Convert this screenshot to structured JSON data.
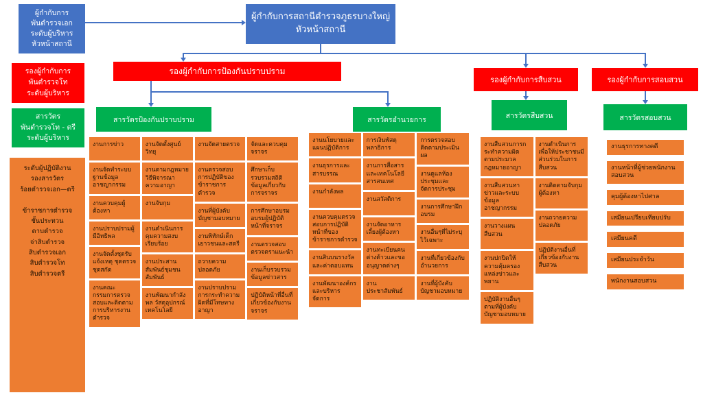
{
  "root": {
    "label_lines": [
      "ผู้กำกับการสถานีตำรวจภูธรบางใหญ่",
      "หัวหน้าสถานี"
    ]
  },
  "legend": {
    "level1_lines": [
      "ผู้กำกับการ",
      "พันตำรวจเอก",
      "ระดับผู้บริหาร",
      "หัวหน้าสถานี"
    ],
    "level2_lines": [
      "รองผู้กำกับการ",
      "พันตำรวจโท",
      "ระดับผู้บริหาร"
    ],
    "level3_lines": [
      "สารวัตร",
      "พันตำรวจโท - ตรี",
      "ระดับผู้บริหาร"
    ],
    "level4_lines": [
      "ระดับผู้ปฏิบัติงาน",
      "รองสารวัตร",
      "ร้อยตำรวจเอก—ตรี",
      "",
      "ข้าราชการตำรวจ",
      "ชั้นประทวน",
      "ดาบตำรวจ",
      "จ่าสิบตำรวจ",
      "สิบตำรวจเอก",
      "สิบตำรวจโท",
      "สิบตำรวจตรี"
    ]
  },
  "deputies": {
    "prevention": "รองผู้กำกับการป้องกันปราบปราม",
    "investigation": "รองผู้กำกับการสืบสวน",
    "interrogation": "รองผู้กำกับการสอบสวน"
  },
  "inspectors": {
    "prevention": "สารวัตรป้องกันปราบปราม",
    "administration": "สารวัตรอำนวยการ",
    "investigation": "สารวัตรสืบสวน",
    "interrogation": "สารวัตรสอบสวน"
  },
  "duties": {
    "prevention": [
      [
        "งานการข่าว",
        "งานจัดทำระบบฐานข้อมูลอาชญากรรม",
        "งานควบคุมผู้ต้องหา",
        "งานปราบปรามผู้มีอิทธิพล",
        "งานจัดตั้งชุดรับแจ้งเหตุ ชุดตรวจ ชุดสกัด",
        "งานคณะกรรมการตรวจสอบและติดตามการบริหารงานตำรวจ"
      ],
      [
        "งานจัดตั้งศูนย์วิทยุ",
        "งานตามกฎหมายวิธีพิจารณาความอาญา",
        "งานจับกุม",
        "งานดำเนินการคุมความสงบเรียบร้อย",
        "งานประสานสัมพันธ์ชุมชนสัมพันธ์",
        "งานพัฒนากำลังพล วัสดุอุปกรณ์เทคโนโลยี"
      ],
      [
        "งานจัดสายตรวจ",
        "งานตรวจสอบการปฏิบัติของข้าราชการตำรวจ",
        "งานที่ผู้บังคับบัญชามอบหมาย",
        "งานพิทักษ์เด็กเยาวชนและสตรี",
        "ถวายความปลอดภัย",
        "งานปราบปรามการกระทำความผิดที่มีโทษทางอาญา"
      ],
      [
        "จัดและควบคุมจราจร",
        "ศึกษาเก็บรวบรวมสถิติข้อมูลเกี่ยวกับการจราจร",
        "การศึกษาอบรมอบรมผู้ปฏิบัติหน้าที่จราจร",
        "งานตรวจสอบตรวจตราแนะนำ",
        "งานเก็บรวบรวมข้อมูลข่าวสาร",
        "ปฏิบัติหน้าที่อื่นที่เกี่ยวข้องกับงานจราจร"
      ]
    ],
    "administration": [
      [
        "งานนโยบายและแผนปฏิบัติการ",
        "งานธุรการและสารบรรณ",
        "งานกำลังพล",
        "งานควบคุมตรวจสอบการปฏิบัติหน้าที่ของข้าราชการตำรวจ",
        "งานสินบนรางวัลและค่าตอบแทน",
        "งานพัฒนาองค์กรและบริหารจัดการ"
      ],
      [
        "การเงินพัสดุพลาธิการ",
        "งานการสื่อสารและเทคโนโลยีสารสนเทศ",
        "งานสวัสดิการ",
        "งานจัดอาหารเลี้ยงผู้ต้องหา",
        "งานทะเบียนคนต่างด้าวและขออนุญาตต่างๆ",
        "งานประชาสัมพันธ์"
      ],
      [
        "การตรวจสอบติดตามประเมินผล",
        "งานดูแลห้องประชุมและจัดการประชุม",
        "งานการศึกษาฝึกอบรม",
        "งานอื่นๆที่ไม่ระบุไว้เฉพาะ",
        "งานที่เกี่ยวข้องกับอำนวยการ",
        "งานที่ผู้บังคับบัญชามอบหมาย"
      ]
    ],
    "investigation": [
      [
        "งานสืบสวนการกระทำความผิดตามประมวลกฎหมายอาญา",
        "งานสืบสวนหาข่าวและระบบข้อมูลอาชญากรรม",
        "งานวางแผนสืบสวน",
        "งานปกปิดให้ความคุ้มครองแหล่งข่าวและพยาน",
        "ปฏิบัติงานอื่นๆ ตามที่ผู้บังคับบัญชามอบหมาย"
      ],
      [
        "งานดำเนินการเพื่อให้ประชาชนมีส่วนร่วมในการสืบสวน",
        "งานติดตามจับกุมผู้ต้องหา",
        "งานถวายความปลอดภัย",
        "ปฏิบัติงานอื่นที่เกี่ยวข้องกับงานสืบสวน"
      ]
    ],
    "interrogation": [
      [
        "งานธุรการทางคดี",
        "งานหน้าที่ผู้ช่วยพนักงานสอบสวน",
        "คุมผู้ต้องหาไปศาล",
        "เสมียนเปรียบเทียบปรับ",
        "เสมียนคดี",
        "เสมียนประจำวัน",
        "พนักงานสอบสวน"
      ]
    ]
  },
  "colors": {
    "blue": "#4472C4",
    "red": "#FF0000",
    "green": "#00B050",
    "orange": "#ED7D31",
    "connector": "#4472C4"
  }
}
